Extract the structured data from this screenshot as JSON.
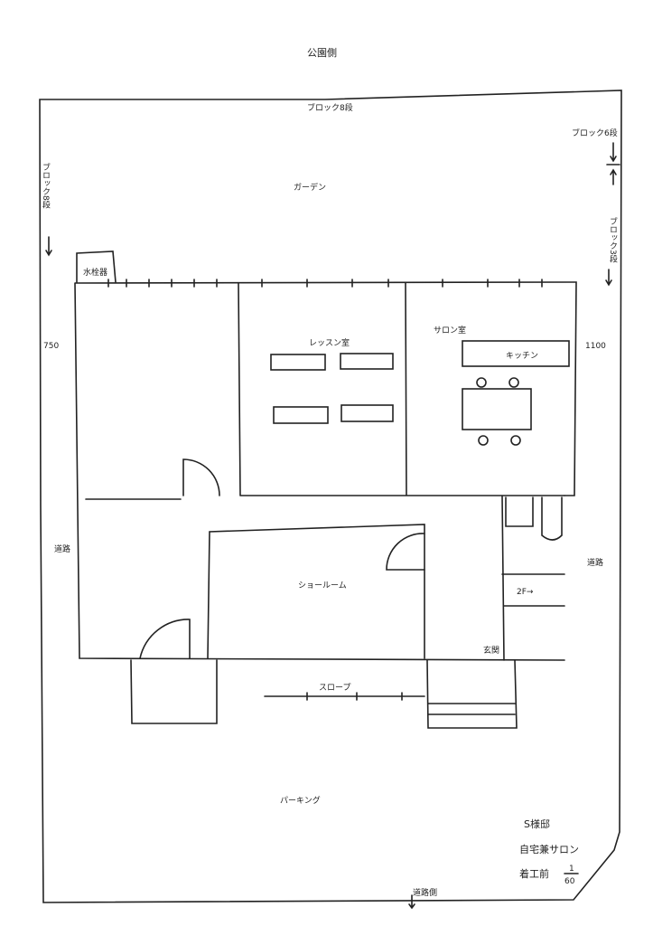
{
  "title": "公園側",
  "labels": {
    "top_block": "ブロック8段",
    "right_block_top": "ブロック6段",
    "right_block_side": "ブロック3段",
    "left_block": "ブロック8段",
    "garden": "ガーデン",
    "water": "水栓器",
    "left_dim": "750",
    "right_dim": "1100",
    "lesson": "レッスン室",
    "salon": "サロン室",
    "kitchen": "キッチン",
    "road_left": "道路",
    "road_right": "道路",
    "showroom": "ショールーム",
    "stairs": "2F→",
    "entrance": "玄関",
    "slope": "スロープ",
    "parking": "パーキング",
    "road_side": "道路側"
  },
  "title_block": {
    "client": "S様邸",
    "project": "自宅兼サロン",
    "phase": "着工前",
    "scale_num": "1",
    "scale_den": "60"
  }
}
